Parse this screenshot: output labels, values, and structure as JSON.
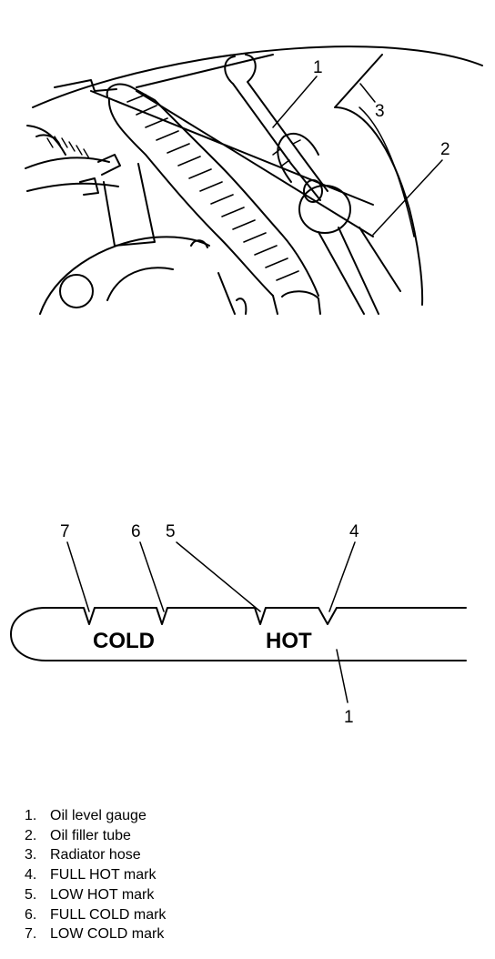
{
  "engine_figure": {
    "callouts": [
      "1",
      "2",
      "3"
    ]
  },
  "gauge_figure": {
    "cold_label": "COLD",
    "hot_label": "HOT",
    "callouts": [
      "7",
      "6",
      "5",
      "4",
      "1"
    ]
  },
  "legend": {
    "items": [
      {
        "num": "1.",
        "text": "Oil level gauge"
      },
      {
        "num": "2.",
        "text": "Oil filler tube"
      },
      {
        "num": "3.",
        "text": "Radiator hose"
      },
      {
        "num": "4.",
        "text": "FULL HOT mark"
      },
      {
        "num": "5.",
        "text": "LOW HOT mark"
      },
      {
        "num": "6.",
        "text": "FULL COLD mark"
      },
      {
        "num": "7.",
        "text": "LOW COLD mark"
      }
    ]
  }
}
